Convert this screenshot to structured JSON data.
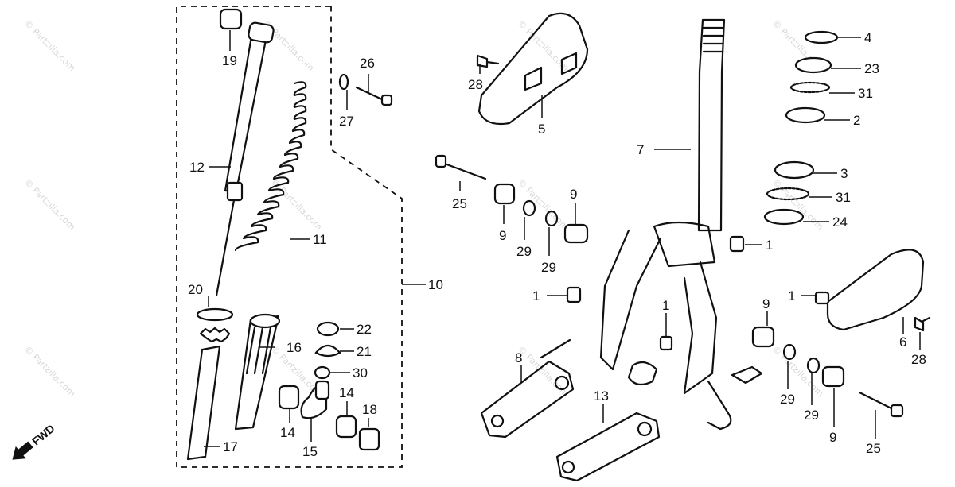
{
  "watermark": "© Partzilla.com",
  "fwd_label": "FWD",
  "callouts": {
    "c19": "19",
    "c26": "26",
    "c27": "27",
    "c28a": "28",
    "c5": "5",
    "c12": "12",
    "c11": "11",
    "c10": "10",
    "c7": "7",
    "c4": "4",
    "c23": "23",
    "c31a": "31",
    "c2": "2",
    "c3": "3",
    "c31b": "31",
    "c24": "24",
    "c25a": "25",
    "c9a": "9",
    "c9b": "9",
    "c29a": "29",
    "c29b": "29",
    "c1a": "1",
    "c1b": "1",
    "c1c": "1",
    "c1d": "1",
    "c20": "20",
    "c22": "22",
    "c21": "21",
    "c16": "16",
    "c30": "30",
    "c14a": "14",
    "c14b": "14",
    "c18": "18",
    "c15": "15",
    "c17": "17",
    "c8": "8",
    "c13": "13",
    "c9c": "9",
    "c6": "6",
    "c28b": "28",
    "c29c": "29",
    "c29d": "29",
    "c9d": "9",
    "c25b": "25"
  }
}
